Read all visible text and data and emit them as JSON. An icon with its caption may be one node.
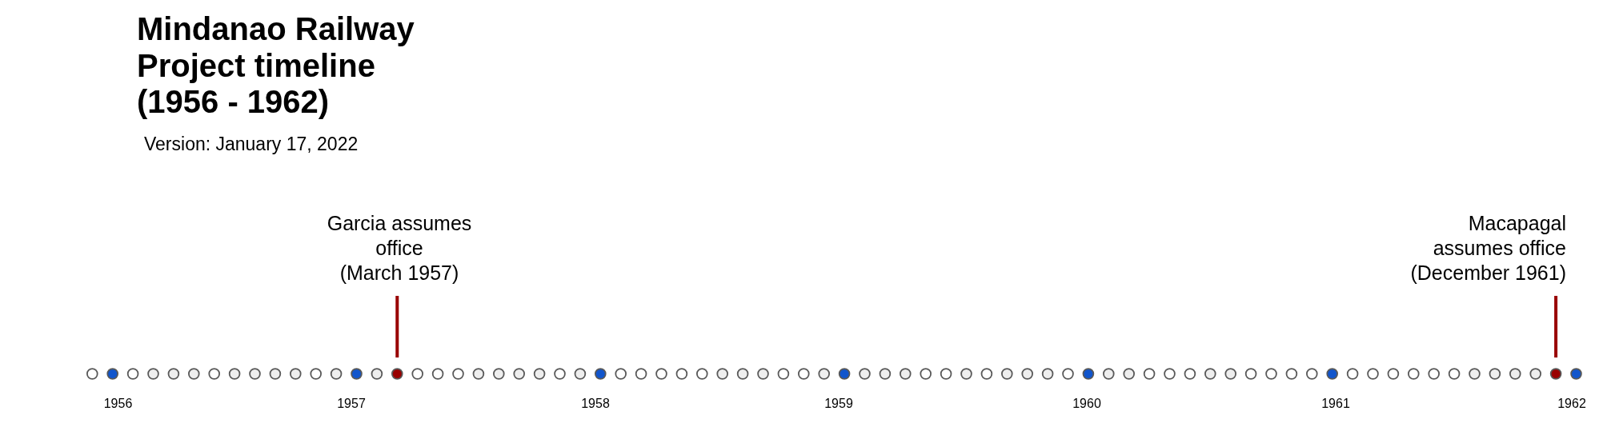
{
  "diagram": {
    "title": "Mindanao Railway Project timeline (1956 - 1962)",
    "nodes": [
      {
        "text": [
          "Garcia assumes office",
          "(March 1957)"
        ]
      },
      {
        "text": [],
        "shape": "circle"
      },
      {
        "text": [
          "Macapagal assumes office",
          "(December 1961)"
        ]
      },
      {
        "text": [],
        "shape": "circle"
      }
    ],
    "edges": [
      {
        "from": 0,
        "to": 1,
        "arrow": "none"
      },
      {
        "from": 2,
        "to": 3,
        "arrow": "none"
      }
    ],
    "labels": [
      "Version: January 17, 2022",
      "1956",
      "1957",
      "1958",
      "1959",
      "1960",
      "1961",
      "1962"
    ]
  }
}
